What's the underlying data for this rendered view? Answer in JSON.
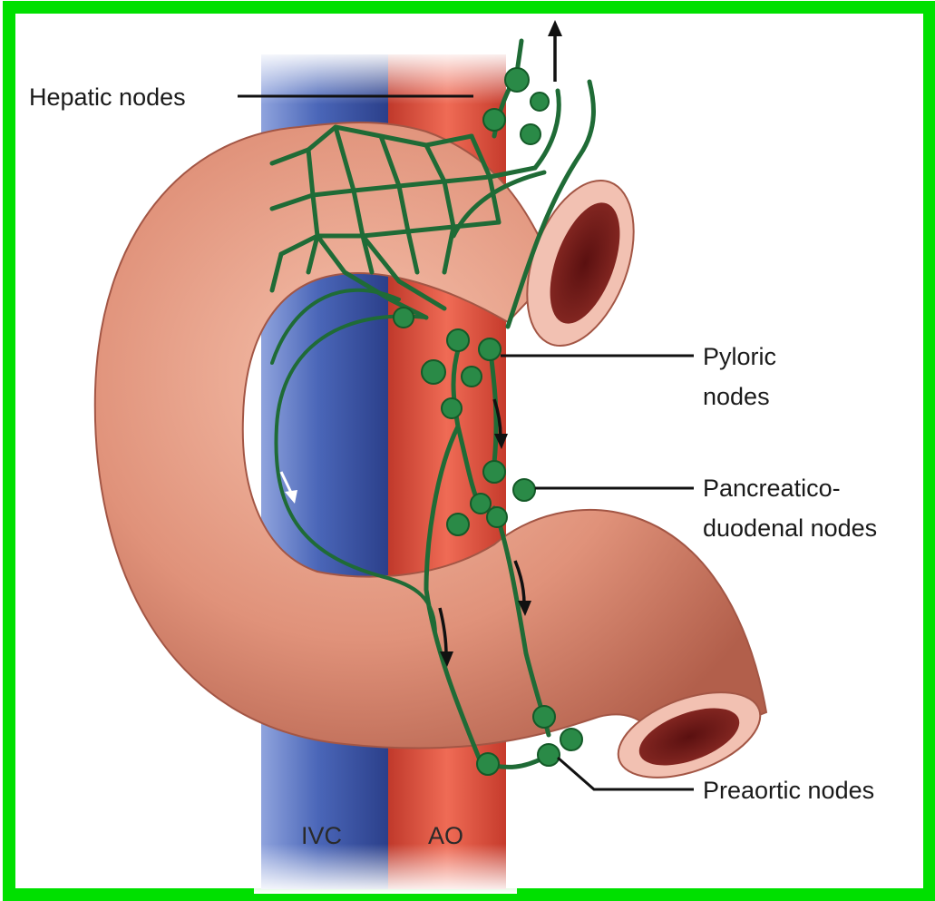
{
  "labels": {
    "hepatic": "Hepatic nodes",
    "pyloric_line1": "Pyloric",
    "pyloric_line2": "nodes",
    "pancreatico_line1": "Pancreatico-",
    "pancreatico_line2": "duodenal nodes",
    "preaortic": "Preaortic nodes",
    "ivc": "IVC",
    "ao": "AO"
  },
  "colors": {
    "frame": "#00e000",
    "ivc": "#4a66b8",
    "aorta": "#e04a3c",
    "duodenum": "#d98a72",
    "lymphatic": "#1f6b36",
    "node": "#2a8a47"
  }
}
